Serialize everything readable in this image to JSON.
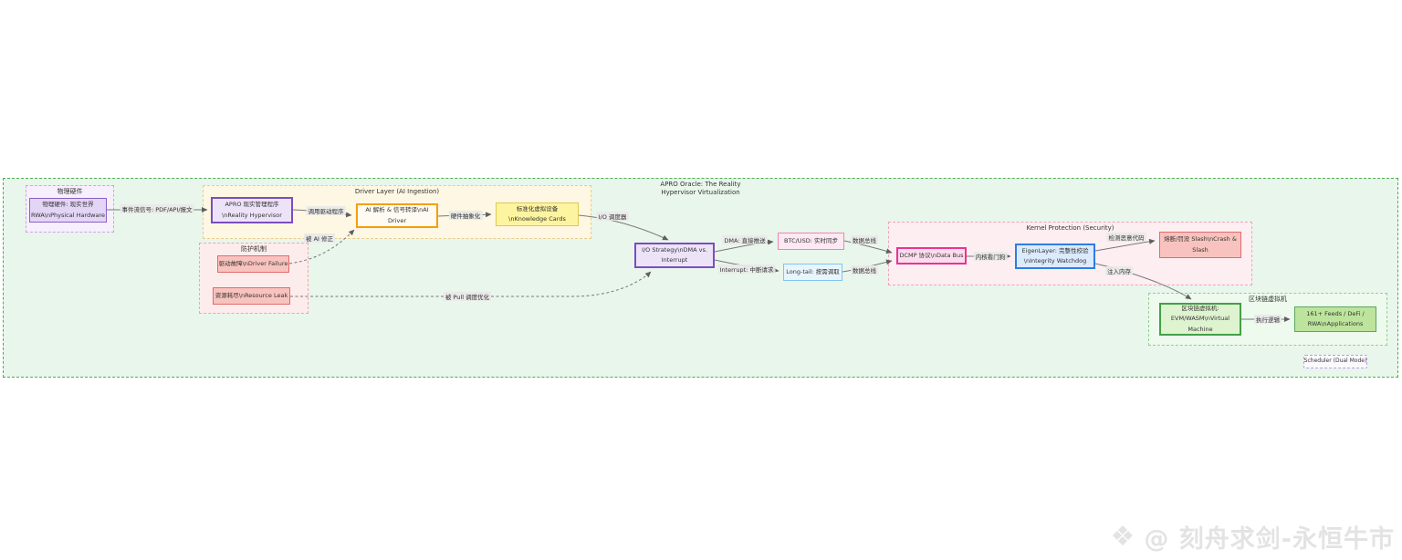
{
  "diagram": {
    "title": "APRO Oracle: The Reality\nHypervisor Virtualization",
    "subgraphs": {
      "physical": {
        "title": "物理硬件"
      },
      "driver": {
        "title": "Driver Layer (AI Ingestion)"
      },
      "protection": {
        "title": "防护机制"
      },
      "kernel": {
        "title": "Kernel Protection (Security)"
      },
      "blockchain": {
        "title": "区块链虚拟机"
      }
    },
    "nodes": {
      "physical_hw": {
        "text": "物理硬件: 现实世界\nRWA\\nPhysical Hardware"
      },
      "hypervisor": {
        "text": "APRO 现实管理程序\n\\nReality Hypervisor"
      },
      "ai_driver": {
        "text": "AI 解析 & 信号转译\\nAI\nDriver"
      },
      "knowledge": {
        "text": "标准化虚拟设备\n\\nKnowledge Cards"
      },
      "io_strategy": {
        "text": "I/O Strategy\\nDMA vs.\nInterrupt"
      },
      "driver_fail": {
        "text": "驱动故障\\nDriver Failure"
      },
      "resource": {
        "text": "资源耗尽\\nResource Leak"
      },
      "btc_usd": {
        "text": "BTC/USD: 实时同步"
      },
      "long_tail": {
        "text": "Long-tail: 按需调取"
      },
      "dcmp": {
        "text": "DCMP 协议\\nData Bus"
      },
      "eigenlayer": {
        "text": "EigenLayer: 完整性校验\n\\nIntegrity Watchdog"
      },
      "slash": {
        "text": "熔断/罚没 Slash\\nCrash &\nSlash"
      },
      "vm": {
        "text": "区块链虚拟机:\nEVM/WASM\\nVirtual\nMachine"
      },
      "apps": {
        "text": "161+ Feeds / DeFi /\nRWA\\nApplications"
      },
      "scheduler": {
        "text": "Scheduler (Dual Mode)"
      }
    },
    "edges": {
      "signal": "事件流信号: PDF/API/报文",
      "call_driver": "调用驱动程序",
      "hw_abstraction": "硬件抽象化",
      "io_scheduler": "I/O 调度器",
      "ai_fix": "被 AI 修正",
      "pull_opt": "被 Pull 调度优化",
      "dma_push": "DMA: 直接推送",
      "interrupt_req": "Interrupt: 中断请求",
      "data_bus": "数据总线",
      "kernel_watchdog": "内核看门狗",
      "detect_malware": "检测恶意代码",
      "inject_memory": "注入内存",
      "exec_logic": "执行逻辑"
    }
  },
  "watermark": {
    "logo_icon": "❖",
    "text": "@ 刻舟求剑-永恒牛市"
  },
  "colors": {
    "outer_bg": "#e9f6eb",
    "outer_border": "#4caf50",
    "purple_accent": "#7c4dbe",
    "orange_accent": "#f59f0b",
    "yellow_node": "#fdf4a0",
    "red_warn": "#f8c3be",
    "pink_accent": "#e9348f",
    "blue_accent": "#2f7de1",
    "green_accent": "#43a047",
    "watermark_gray": "#e3e3e3"
  }
}
